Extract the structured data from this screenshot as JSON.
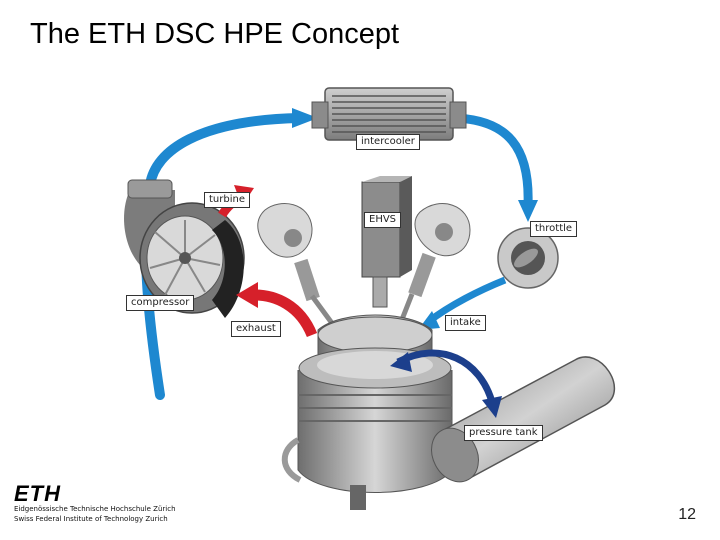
{
  "slide": {
    "title": "The ETH DSC HPE Concept",
    "page_number": "12"
  },
  "labels": {
    "intercooler": "intercooler",
    "turbine": "turbine",
    "ehvs": "EHVS",
    "throttle": "throttle",
    "compressor": "compressor",
    "exhaust": "exhaust",
    "intake": "intake",
    "pressure_tank": "pressure tank"
  },
  "logo": {
    "mark": "ETH",
    "line1": "Eidgenössische Technische Hochschule Zürich",
    "line2": "Swiss Federal Institute of Technology Zurich"
  },
  "colors": {
    "fresh_air": "#1e88d0",
    "exhaust": "#d6202a",
    "pressure": "#1c3f8c",
    "metal": "#9a9a9a"
  }
}
